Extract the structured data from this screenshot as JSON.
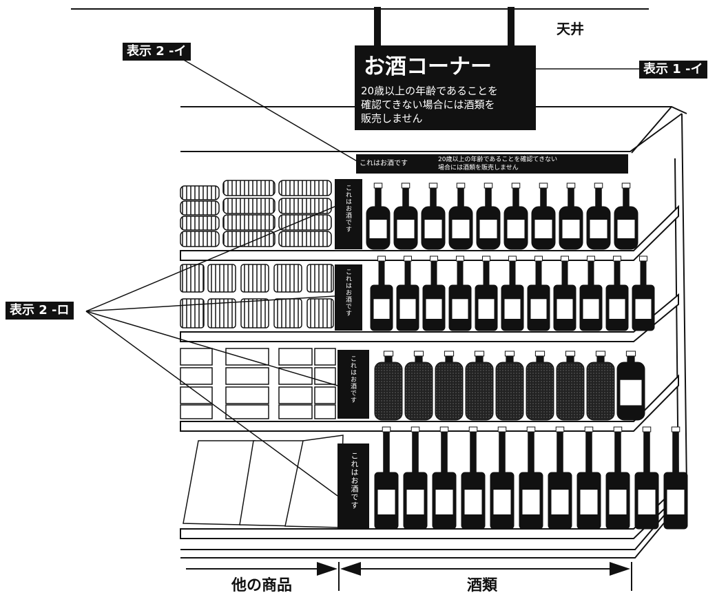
{
  "ceiling_label": "天井",
  "hanging_sign": {
    "title": "お酒コーナー",
    "line1": "20歳以上の年齢であることを",
    "line2": "確認てきない場合には酒類を",
    "line3": "販売しません"
  },
  "shelf_strip": {
    "left_text": "これはお酒です",
    "right_line1": "20歳以上の年齢であることを確認てきない",
    "right_line2": "場合には酒類を販売しません"
  },
  "shelf_sign_text": "これはお酒です",
  "labels": {
    "display_1_i": "表示 1 -イ",
    "display_2_i": "表示 2 -イ",
    "display_2_ro": "表示 2 -ロ"
  },
  "bottom": {
    "other_goods": "他の商品",
    "alcohol": "酒類"
  },
  "colors": {
    "ink": "#111111",
    "paper": "#ffffff"
  }
}
